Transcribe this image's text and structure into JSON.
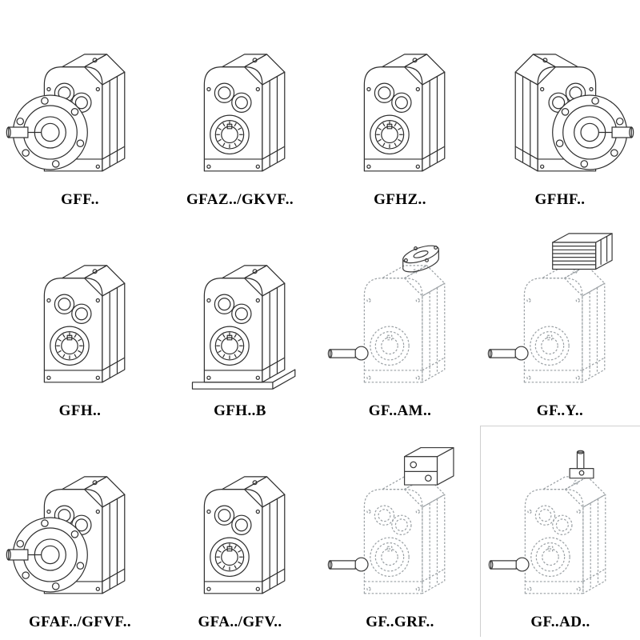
{
  "colors": {
    "background": "#ffffff",
    "solid_line": "#2f2f2f",
    "dashed_line": "#9aa0a4",
    "attachment_line": "#3a3a3a",
    "label_text": "#000000"
  },
  "items": [
    {
      "label": "GFF..",
      "drawing": "gearbox-flange-mounted-drawing",
      "variant": {
        "dashed": false,
        "flange": true,
        "topCircles": true,
        "ring": false,
        "rollers": false,
        "foot": false,
        "top": null,
        "outShaft": false,
        "mirror": false,
        "boxed": false
      }
    },
    {
      "label": "GFAZ../GKVF..",
      "drawing": "gearbox-hollow-shaft-drawing",
      "variant": {
        "dashed": false,
        "flange": false,
        "topCircles": true,
        "ring": true,
        "rollers": true,
        "foot": false,
        "top": null,
        "outShaft": false,
        "mirror": false,
        "boxed": false
      }
    },
    {
      "label": "GFHZ..",
      "drawing": "gearbox-hollow-shaft-drawing",
      "variant": {
        "dashed": false,
        "flange": false,
        "topCircles": true,
        "ring": true,
        "rollers": true,
        "foot": false,
        "top": null,
        "outShaft": false,
        "mirror": false,
        "boxed": false
      }
    },
    {
      "label": "GFHF..",
      "drawing": "gearbox-flange-mounted-drawing",
      "variant": {
        "dashed": false,
        "flange": true,
        "topCircles": true,
        "ring": false,
        "rollers": false,
        "foot": false,
        "top": null,
        "outShaft": false,
        "mirror": true,
        "boxed": false
      }
    },
    {
      "label": "GFH..",
      "drawing": "gearbox-hollow-shaft-drawing",
      "variant": {
        "dashed": false,
        "flange": false,
        "topCircles": true,
        "ring": true,
        "rollers": true,
        "foot": false,
        "top": null,
        "outShaft": false,
        "mirror": false,
        "boxed": false
      }
    },
    {
      "label": "GFH..B",
      "drawing": "gearbox-foot-mounted-drawing",
      "variant": {
        "dashed": false,
        "flange": false,
        "topCircles": true,
        "ring": true,
        "rollers": true,
        "foot": true,
        "top": null,
        "outShaft": false,
        "mirror": false,
        "boxed": false
      }
    },
    {
      "label": "GF..AM..",
      "drawing": "gearbox-iec-adapter-flange-drawing",
      "variant": {
        "dashed": true,
        "flange": false,
        "topCircles": false,
        "ring": true,
        "rollers": false,
        "foot": false,
        "top": "flange",
        "outShaft": true,
        "mirror": false,
        "boxed": false
      }
    },
    {
      "label": "GF..Y..",
      "drawing": "gearbox-with-motor-drawing",
      "variant": {
        "dashed": true,
        "flange": false,
        "topCircles": false,
        "ring": true,
        "rollers": false,
        "foot": false,
        "top": "motor",
        "outShaft": true,
        "mirror": false,
        "boxed": false
      }
    },
    {
      "label": "GFAF../GFVF..",
      "drawing": "gearbox-flange-mounted-drawing",
      "variant": {
        "dashed": false,
        "flange": true,
        "topCircles": true,
        "ring": false,
        "rollers": false,
        "foot": false,
        "top": null,
        "outShaft": false,
        "mirror": false,
        "boxed": false
      }
    },
    {
      "label": "GFA../GFV..",
      "drawing": "gearbox-hollow-shaft-drawing",
      "variant": {
        "dashed": false,
        "flange": false,
        "topCircles": true,
        "ring": true,
        "rollers": true,
        "foot": false,
        "top": null,
        "outShaft": false,
        "mirror": false,
        "boxed": false
      }
    },
    {
      "label": "GF..GRF..",
      "drawing": "gearbox-adapter-block-drawing",
      "variant": {
        "dashed": true,
        "flange": false,
        "topCircles": true,
        "ring": true,
        "rollers": false,
        "foot": false,
        "top": "adapter",
        "outShaft": true,
        "mirror": false,
        "boxed": false
      }
    },
    {
      "label": "GF..AD..",
      "drawing": "gearbox-input-shaft-adapter-drawing",
      "variant": {
        "dashed": true,
        "flange": false,
        "topCircles": true,
        "ring": true,
        "rollers": false,
        "foot": false,
        "top": "shaft",
        "outShaft": true,
        "mirror": false,
        "boxed": true
      }
    }
  ]
}
